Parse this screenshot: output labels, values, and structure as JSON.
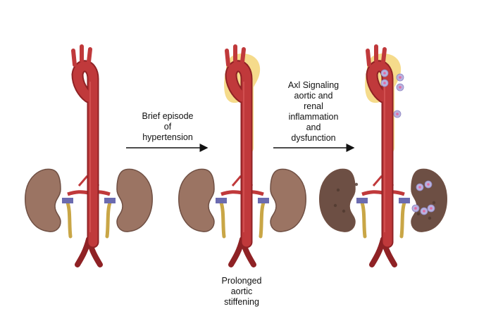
{
  "colors": {
    "aorta": "#c0393b",
    "aorta_dark": "#8f2225",
    "aorta_highlight": "#d9585a",
    "kidney": "#9b7463",
    "kidney_dark": "#6f4f43",
    "kidney_damaged": "#6d4f44",
    "renal_vein": "#6b6bb0",
    "ureter": "#c9a646",
    "stiffening": "#f4d77e",
    "immune_cell": "#b9b2de",
    "immune_cell_core": "#e46aa3",
    "arrow": "#111111"
  },
  "labels": {
    "arrow1": [
      "Brief episode",
      "of",
      "hypertension"
    ],
    "arrow2": [
      "Axl Signaling",
      "aortic and",
      "renal",
      "inflammation",
      "and",
      "dysfunction"
    ],
    "stage2": [
      "Prolonged",
      "aortic",
      "stiffening"
    ]
  },
  "stages": [
    {
      "name": "healthy",
      "stiffening": false,
      "damaged_kidneys": false,
      "immune_cells": false
    },
    {
      "name": "stiffened",
      "stiffening": true,
      "damaged_kidneys": false,
      "immune_cells": false
    },
    {
      "name": "inflamed",
      "stiffening": true,
      "damaged_kidneys": true,
      "immune_cells": true
    }
  ],
  "icons": [
    "arrow-right-icon",
    "aorta-icon",
    "kidney-icon",
    "immune-cell-icon"
  ]
}
